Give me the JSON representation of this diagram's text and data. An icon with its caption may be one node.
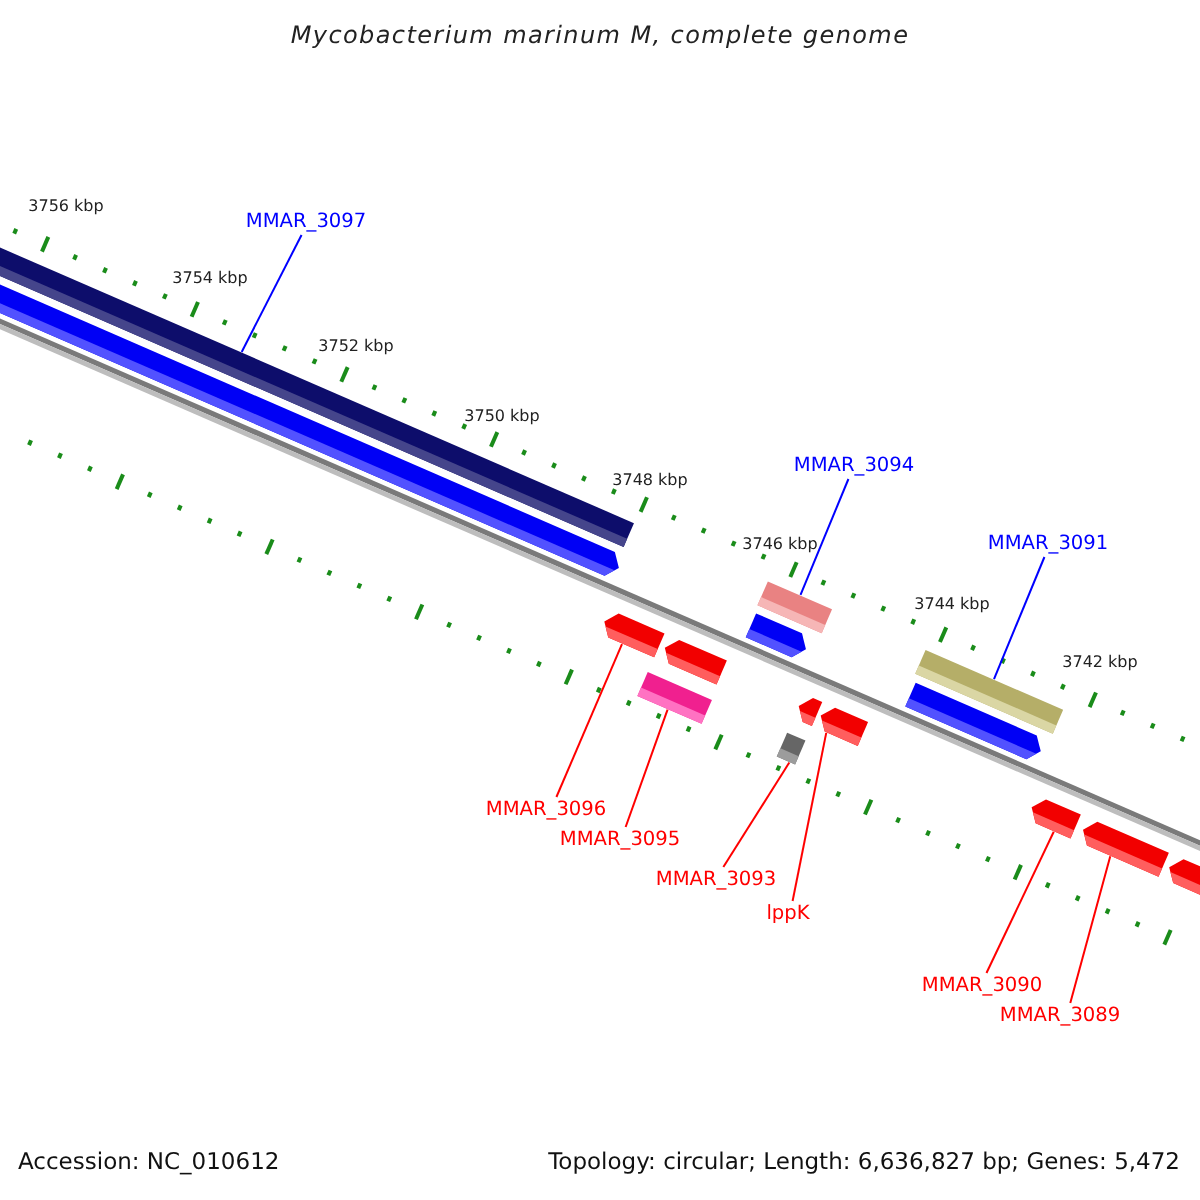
{
  "diagram": {
    "title": "Mycobacterium marinum M, complete genome",
    "nodes": [
      {
        "text": [
          "MMAR_3097"
        ]
      },
      {
        "text": [
          "MMAR_3094"
        ]
      },
      {
        "text": [
          "MMAR_3091"
        ]
      },
      {
        "text": [
          "MMAR_3096"
        ]
      },
      {
        "text": [
          "MMAR_3095"
        ]
      },
      {
        "text": [
          "MMAR_3093"
        ]
      },
      {
        "text": [
          "lppK"
        ]
      },
      {
        "text": [
          "MMAR_3090"
        ]
      },
      {
        "text": [
          "MMAR_3089"
        ]
      },
      {
        "text": [],
        "shape": "bar"
      },
      {
        "text": [],
        "shape": "bar"
      },
      {
        "text": [],
        "shape": "bar"
      },
      {
        "text": [],
        "shape": "pentagon"
      },
      {
        "text": [],
        "shape": "pentagon"
      },
      {
        "text": [],
        "shape": "pentagon"
      },
      {
        "text": [],
        "shape": "pentagon"
      },
      {
        "text": [],
        "shape": "pentagon"
      },
      {
        "text": [],
        "shape": "pentagon"
      },
      {
        "text": [],
        "shape": "pentagon"
      },
      {
        "text": [],
        "shape": "pentagon"
      },
      {
        "text": [],
        "shape": "pentagon"
      },
      {
        "text": [],
        "shape": "pentagon"
      },
      {
        "text": [],
        "shape": "bar"
      },
      {
        "text": [],
        "shape": "bar"
      }
    ],
    "edges": [
      {
        "from": 0,
        "to": 9,
        "arrow": "none",
        "color": "#0000ff"
      },
      {
        "from": 1,
        "to": 10,
        "arrow": "none",
        "color": "#0000ff"
      },
      {
        "from": 2,
        "to": 11,
        "arrow": "none",
        "color": "#0000ff"
      },
      {
        "from": 3,
        "to": 15,
        "arrow": "none"
      },
      {
        "from": 4,
        "to": 22,
        "arrow": "none"
      },
      {
        "from": 5,
        "to": 23,
        "arrow": "none"
      },
      {
        "from": 6,
        "to": 18,
        "arrow": "none"
      },
      {
        "from": 7,
        "to": 19,
        "arrow": "none"
      },
      {
        "from": 8,
        "to": 20,
        "arrow": "none"
      }
    ],
    "labels": [
      "3756 kbp",
      "3754 kbp",
      "3752 kbp",
      "3750 kbp",
      "3748 kbp",
      "3746 kbp",
      "3744 kbp",
      "3742 kbp",
      "Accession: NC_010612",
      "Topology: circular; Length: 6,636,827 bp; Genes: 5,472"
    ]
  }
}
